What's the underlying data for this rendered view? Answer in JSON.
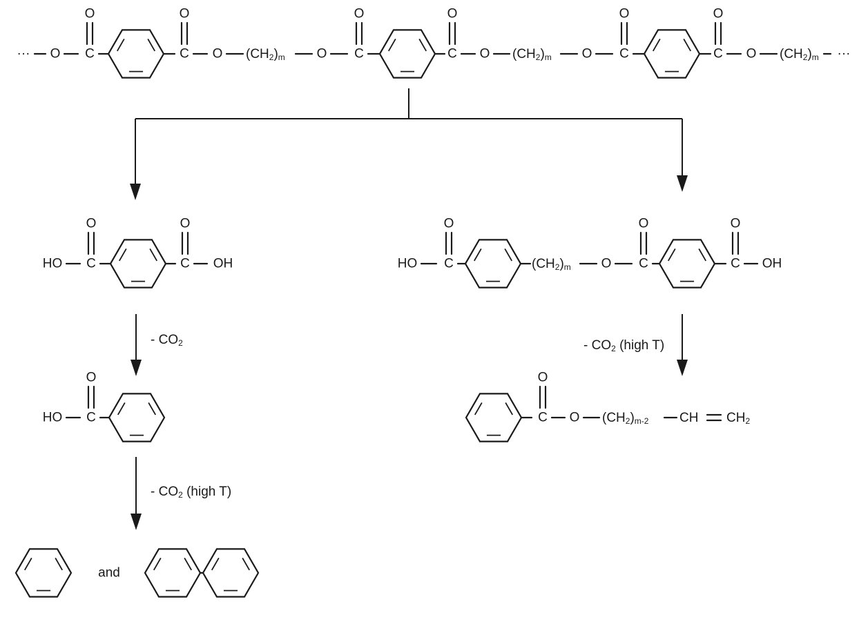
{
  "atoms": {
    "O": "O",
    "C": "C",
    "HO": "HO",
    "OH": "OH",
    "ellipsis": "···"
  },
  "groups": {
    "ch2_open": "(CH",
    "ch2_sub": "2",
    "ch2_close": ")",
    "m": "m",
    "m_minus_2": "m-2",
    "vinyl_ch": "CH",
    "vinyl_eq": "=",
    "vinyl_ch2": "CH",
    "vinyl_sub": "2"
  },
  "conditions": {
    "loss_co2_prefix": "- CO",
    "loss_co2_sub": "2",
    "high_t": " (high T)"
  },
  "conjunction": "and"
}
